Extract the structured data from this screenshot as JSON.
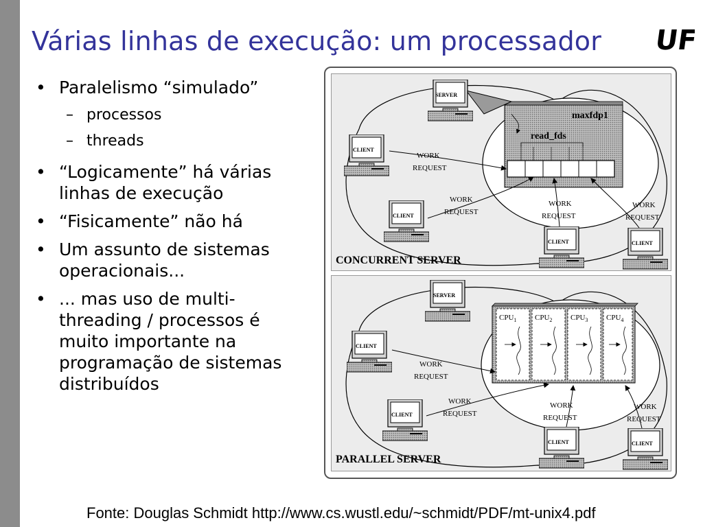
{
  "slide": {
    "title": "Várias linhas de execução: um processador",
    "logo_text": "UFS",
    "bullets": [
      {
        "text": "Paralelismo “simulado”",
        "sub": [
          "processos",
          "threads"
        ]
      },
      {
        "text": "“Logicamente” há várias linhas de execução"
      },
      {
        "text": "“Fisicamente” não há"
      },
      {
        "text": "Um assunto de sistemas operacionais..."
      },
      {
        "text": "... mas uso de multi-threading / processos é muito importante na programação de sistemas distribuídos"
      }
    ],
    "caption": "Fonte: Douglas Schmidt http://www.cs.wustl.edu/~schmidt/PDF/mt-unix4.pdf"
  },
  "figure": {
    "concurrent": {
      "title": "CONCURRENT  SERVER",
      "server_label": "SERVER",
      "client_label": "CLIENT",
      "work": "WORK",
      "request": "REQUEST",
      "maxfdp1": "maxfdp1",
      "read_fds": "read_fds"
    },
    "parallel": {
      "title": "PARALLEL  SERVER",
      "server_label": "SERVER",
      "client_label": "CLIENT",
      "work": "WORK",
      "request": "REQUEST",
      "cpu": "CPU",
      "cpu_subs": [
        "1",
        "2",
        "3",
        "4"
      ]
    }
  }
}
